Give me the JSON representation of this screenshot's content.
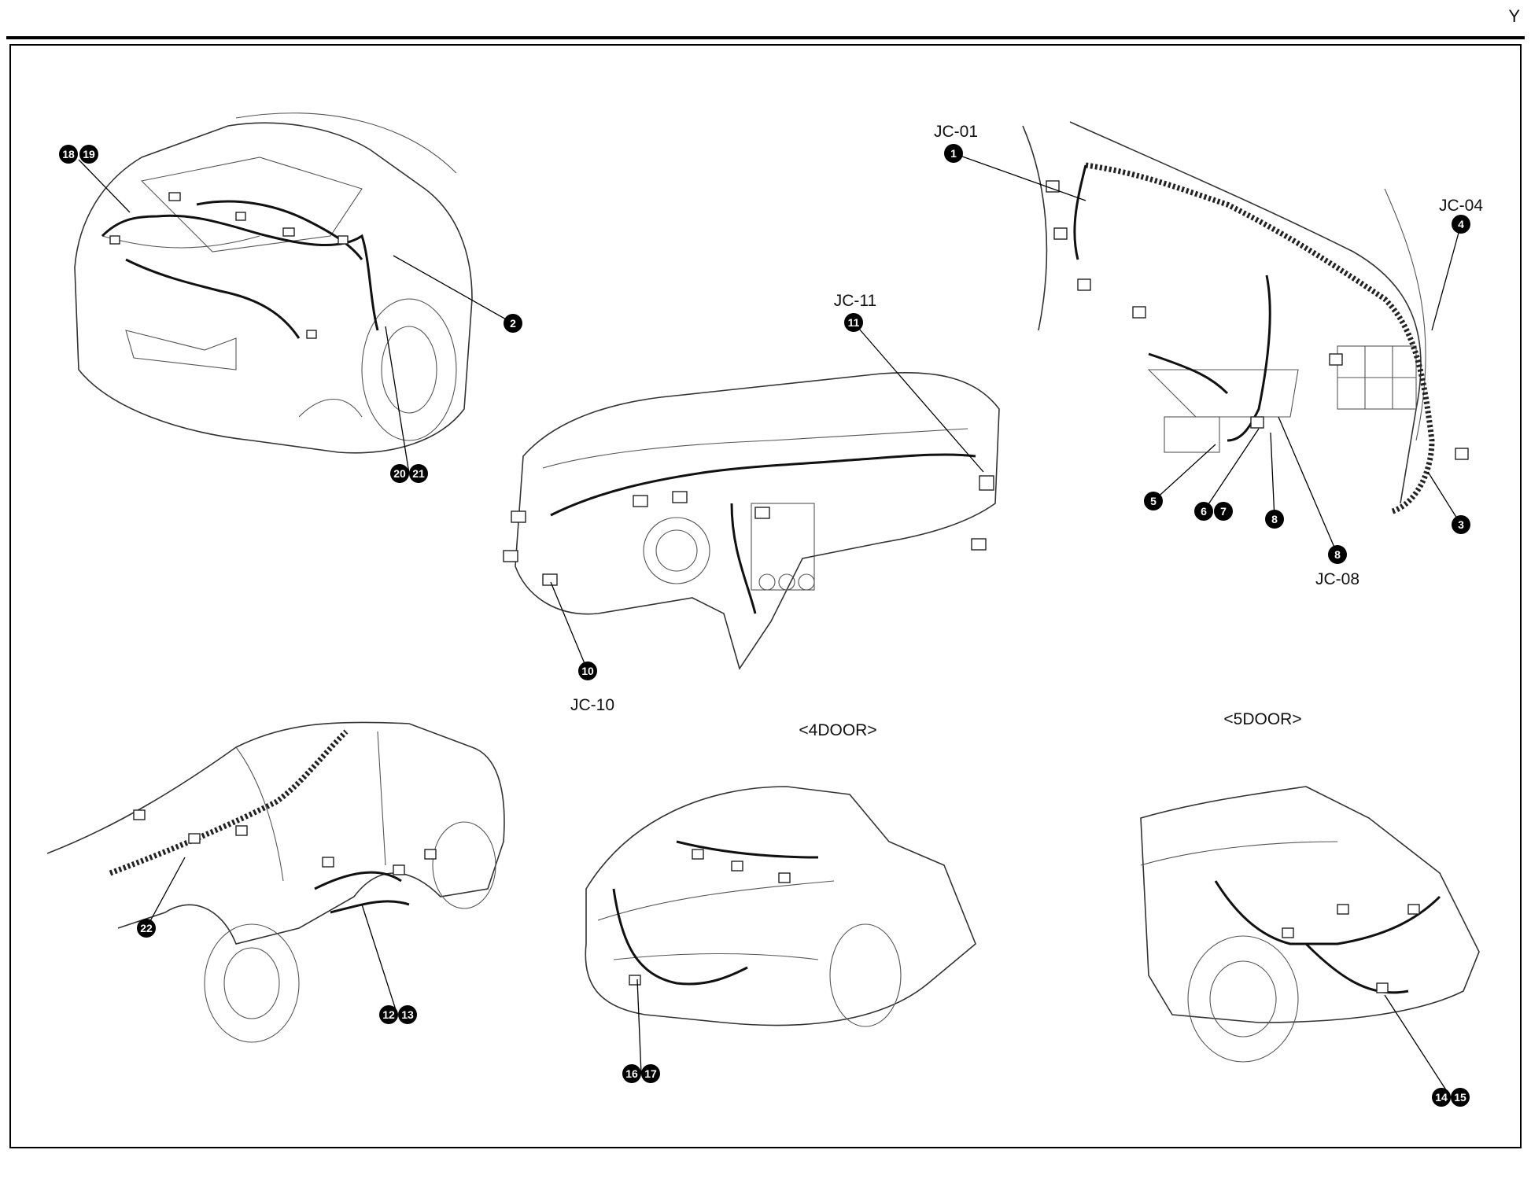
{
  "page": {
    "corner_letter": "Y"
  },
  "captions": {
    "jc01": "JC-01",
    "jc04": "JC-04",
    "jc08": "JC-08",
    "jc10": "JC-10",
    "jc11": "JC-11",
    "door4": "<4DOOR>",
    "door5": "<5DOOR>"
  },
  "markers": {
    "m1": "1",
    "m2": "2",
    "m3": "3",
    "m4": "4",
    "m5": "5",
    "m6": "6",
    "m7": "7",
    "m8a": "8",
    "m8b": "8",
    "m10": "10",
    "m11": "11",
    "m12": "12",
    "m13": "13",
    "m14": "14",
    "m15": "15",
    "m16": "16",
    "m17": "17",
    "m18": "18",
    "m19": "19",
    "m20": "20",
    "m21": "21",
    "m22": "22"
  }
}
